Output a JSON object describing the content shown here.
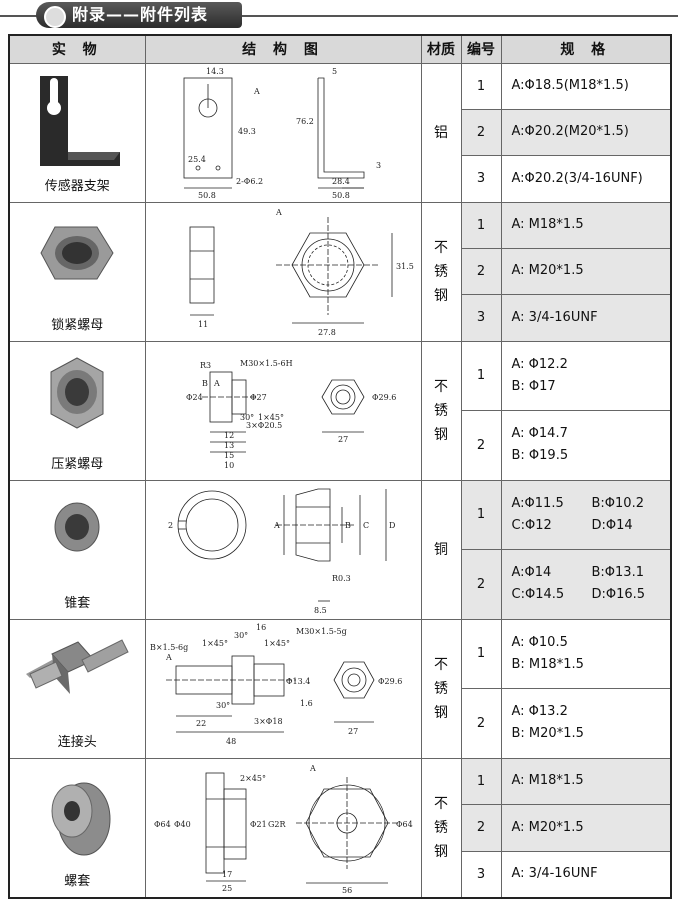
{
  "title": "附录——附件列表",
  "headers": {
    "photo": "实 物",
    "structure": "结 构 图",
    "material": "材质",
    "number": "编号",
    "spec": "规 格"
  },
  "rows": [
    {
      "name": "传感器支架",
      "material": "铝",
      "items": [
        {
          "no": "1",
          "spec": "A:Φ18.5(M18*1.5)"
        },
        {
          "no": "2",
          "spec": "A:Φ20.2(M20*1.5)"
        },
        {
          "no": "3",
          "spec": "A:Φ20.2(3/4-16UNF)"
        }
      ],
      "dims": [
        "14.3",
        "5",
        "A",
        "49.3",
        "76.2",
        "25.4",
        "2-Φ6.2",
        "28.4",
        "3",
        "50.8",
        "50.8"
      ]
    },
    {
      "name": "锁紧螺母",
      "material": "不锈钢",
      "items": [
        {
          "no": "1",
          "spec": "A: M18*1.5"
        },
        {
          "no": "2",
          "spec": "A: M20*1.5"
        },
        {
          "no": "3",
          "spec": "A: 3/4-16UNF"
        }
      ],
      "dims": [
        "A",
        "31.5",
        "11",
        "27.8"
      ]
    },
    {
      "name": "压紧螺母",
      "material": "不锈钢",
      "items": [
        {
          "no": "1",
          "spec_a": "A:  Φ12.2",
          "spec_b": "B:  Φ17"
        },
        {
          "no": "2",
          "spec_a": "A:  Φ14.7",
          "spec_b": "B:  Φ19.5"
        }
      ],
      "dims": [
        "R3",
        "M30×1.5-6H",
        "Φ24",
        "A",
        "B",
        "Φ27",
        "1×45°",
        "30°",
        "3×Φ20.5",
        "12",
        "13",
        "15",
        "Φ29.6",
        "27",
        "10"
      ]
    },
    {
      "name": "锥套",
      "material": "铜",
      "items": [
        {
          "no": "1",
          "spec_a": "A:Φ11.5",
          "spec_b": "B:Φ10.2",
          "spec_c": "C:Φ12",
          "spec_d": "D:Φ14"
        },
        {
          "no": "2",
          "spec_a": "A:Φ14",
          "spec_b": "B:Φ13.1",
          "spec_c": "C:Φ14.5",
          "spec_d": "D:Φ16.5"
        }
      ],
      "dims": [
        "2",
        "A",
        "B",
        "C",
        "D",
        "R0.3",
        "8.5"
      ]
    },
    {
      "name": "连接头",
      "material": "不锈钢",
      "items": [
        {
          "no": "1",
          "spec_a": "A:  Φ10.5",
          "spec_b": "B: M18*1.5"
        },
        {
          "no": "2",
          "spec_a": "A:  Φ13.2",
          "spec_b": "B: M20*1.5"
        }
      ],
      "dims": [
        "B×1.5-6g",
        "A",
        "1×45°",
        "30°",
        "16",
        "1×45°",
        "M30×1.5-5g",
        "Φ13.4",
        "Φ29.6",
        "1.6",
        "30°",
        "22",
        "3×Φ18",
        "48",
        "27"
      ]
    },
    {
      "name": "螺套",
      "material": "不锈钢",
      "items": [
        {
          "no": "1",
          "spec": "A:  M18*1.5"
        },
        {
          "no": "2",
          "spec": "A:  M20*1.5"
        },
        {
          "no": "3",
          "spec": "A:  3/4-16UNF"
        }
      ],
      "dims": [
        "A",
        "2×45°",
        "Φ64",
        "Φ40",
        "Φ21",
        "G2R",
        "17",
        "25",
        "56",
        "Φ64"
      ]
    }
  ]
}
